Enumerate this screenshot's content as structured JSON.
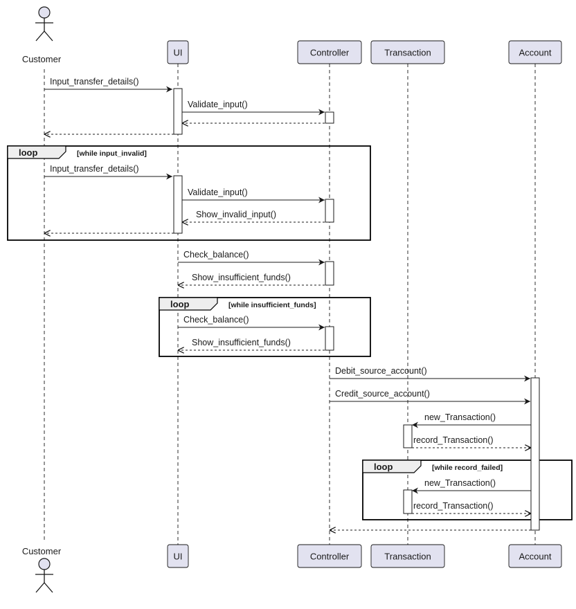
{
  "participants": [
    {
      "id": "customer",
      "label": "Customer",
      "kind": "actor"
    },
    {
      "id": "ui",
      "label": "UI",
      "kind": "box"
    },
    {
      "id": "controller",
      "label": "Controller",
      "kind": "box"
    },
    {
      "id": "transaction",
      "label": "Transaction",
      "kind": "box"
    },
    {
      "id": "account",
      "label": "Account",
      "kind": "box"
    }
  ],
  "messages": [
    {
      "from": "customer",
      "to": "ui",
      "label": "Input_transfer_details()",
      "type": "sync"
    },
    {
      "from": "ui",
      "to": "controller",
      "label": "Validate_input()",
      "type": "sync"
    },
    {
      "from": "controller",
      "to": "ui",
      "label": "",
      "type": "return"
    },
    {
      "from": "ui",
      "to": "customer",
      "label": "",
      "type": "return"
    },
    {
      "from": "customer",
      "to": "ui",
      "label": "Input_transfer_details()",
      "type": "sync"
    },
    {
      "from": "ui",
      "to": "controller",
      "label": "Validate_input()",
      "type": "sync"
    },
    {
      "from": "controller",
      "to": "ui",
      "label": "Show_invalid_input()",
      "type": "return"
    },
    {
      "from": "ui",
      "to": "customer",
      "label": "",
      "type": "return"
    },
    {
      "from": "ui",
      "to": "controller",
      "label": "Check_balance()",
      "type": "sync"
    },
    {
      "from": "controller",
      "to": "ui",
      "label": "Show_insufficient_funds()",
      "type": "return"
    },
    {
      "from": "ui",
      "to": "controller",
      "label": "Check_balance()",
      "type": "sync"
    },
    {
      "from": "controller",
      "to": "ui",
      "label": "Show_insufficient_funds()",
      "type": "return"
    },
    {
      "from": "controller",
      "to": "account",
      "label": "Debit_source_account()",
      "type": "sync"
    },
    {
      "from": "controller",
      "to": "account",
      "label": "Credit_source_account()",
      "type": "sync"
    },
    {
      "from": "account",
      "to": "transaction",
      "label": "new_Transaction()",
      "type": "sync"
    },
    {
      "from": "transaction",
      "to": "account",
      "label": "record_Transaction()",
      "type": "return"
    },
    {
      "from": "account",
      "to": "transaction",
      "label": "new_Transaction()",
      "type": "sync"
    },
    {
      "from": "transaction",
      "to": "account",
      "label": "record_Transaction()",
      "type": "return"
    },
    {
      "from": "account",
      "to": "controller",
      "label": "",
      "type": "return"
    }
  ],
  "fragments": [
    {
      "keyword": "loop",
      "guard": "[while input_invalid]"
    },
    {
      "keyword": "loop",
      "guard": "[while insufficient_funds]"
    },
    {
      "keyword": "loop",
      "guard": "[while record_failed]"
    }
  ],
  "colors": {
    "participant_fill": "#E2E2F0",
    "participant_border": "#181818",
    "lifeline": "#181818",
    "activation_fill": "#ffffff",
    "arrow": "#181818"
  }
}
